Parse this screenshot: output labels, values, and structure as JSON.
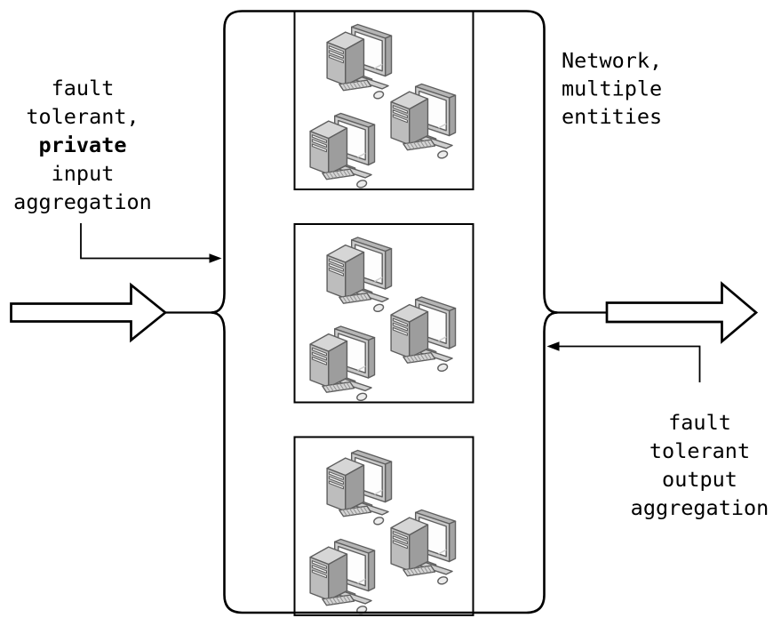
{
  "labels": {
    "input_aggregation": {
      "lines": [
        "fault",
        "tolerant,",
        "private",
        "input",
        "aggregation"
      ],
      "emphasized_word": "private"
    },
    "network": {
      "lines": [
        "Network,",
        "multiple",
        "entities"
      ]
    },
    "output_aggregation": {
      "lines": [
        "fault",
        "tolerant",
        "output",
        "aggregation"
      ]
    }
  },
  "entity_groups": {
    "count": 3,
    "computers_per_group": 3
  },
  "icons": {
    "computer": "desktop-computer-icon"
  },
  "colors": {
    "line": "#000000",
    "fill": "#ffffff",
    "text": "#000000",
    "icon_outline": "#5e5e5e",
    "icon_light_gray": "#d6d6d6",
    "icon_mid_gray": "#c4c4c4",
    "icon_dark_gray": "#9d9d9d",
    "screen_white": "#fdfdfd"
  }
}
